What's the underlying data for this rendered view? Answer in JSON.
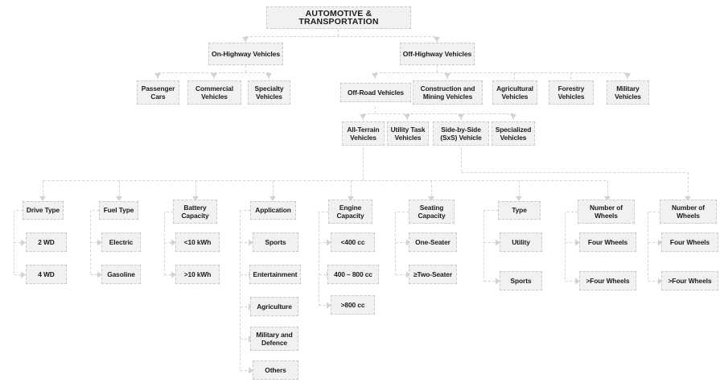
{
  "diagram": {
    "title": "Automotive & Transportation market segmentation tree",
    "colors": {
      "node_fill": "#f1f1f1",
      "node_border": "#c9c9c9",
      "connector": "#d2d2d2",
      "text": "#1b1b1b",
      "background": "#ffffff"
    },
    "root": {
      "label": "AUTOMOTIVE & TRANSPORTATION"
    },
    "level2": [
      {
        "label": "On-Highway Vehicles"
      },
      {
        "label": "Off-Highway Vehicles"
      }
    ],
    "level3_onhighway": [
      {
        "label": "Passenger\nCars"
      },
      {
        "label": "Commercial\nVehicles"
      },
      {
        "label": "Specialty\nVehicles"
      }
    ],
    "level3_offhighway": [
      {
        "label": "Off-Road Vehicles"
      },
      {
        "label": "Construction and\nMining Vehicles"
      },
      {
        "label": "Agricultural\nVehicles"
      },
      {
        "label": "Forestry\nVehicles"
      },
      {
        "label": "Military\nVehicles"
      }
    ],
    "level4_offroad": [
      {
        "label": "All-Terrain\nVehicles"
      },
      {
        "label": "Utility Task\nVehicles"
      },
      {
        "label": "Side-by-Side\n(SxS) Vehicle"
      },
      {
        "label": "Specialized\nVehicles"
      }
    ],
    "attribute_columns": [
      {
        "header": "Drive Type",
        "values": [
          "2 WD",
          "4 WD"
        ]
      },
      {
        "header": "Fuel Type",
        "values": [
          "Electric",
          "Gasoline"
        ]
      },
      {
        "header": "Battery\nCapacity",
        "values": [
          "<10 kWh",
          ">10 kWh"
        ]
      },
      {
        "header": "Application",
        "values": [
          "Sports",
          "Entertainment",
          "Agriculture",
          "Military and\nDefence",
          "Others"
        ]
      },
      {
        "header": "Engine\nCapacity",
        "values": [
          "<400 cc",
          "400 – 800 cc",
          ">800 cc"
        ]
      },
      {
        "header": "Seating\nCapacity",
        "values": [
          "One-Seater",
          "≥Two-Seater"
        ]
      },
      {
        "header": "Type",
        "values": [
          "Utility",
          "Sports"
        ]
      },
      {
        "header": "Number of\nWheels",
        "values": [
          "Four Wheels",
          ">Four Wheels"
        ]
      },
      {
        "header": "Number of\nWheels",
        "values": [
          "Four Wheels",
          ">Four Wheels"
        ]
      }
    ]
  }
}
